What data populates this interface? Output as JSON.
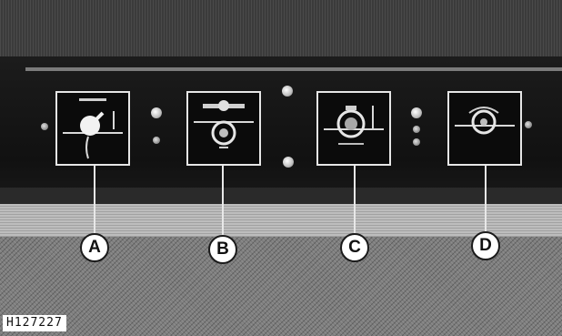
{
  "callouts": [
    {
      "letter": "A"
    },
    {
      "letter": "B"
    },
    {
      "letter": "C"
    },
    {
      "letter": "D"
    }
  ],
  "figure_code": "H127227",
  "colors": {
    "panel": "#111111",
    "module_border": "#e6e6e6",
    "callout_fill": "#ffffff",
    "callout_text": "#111111"
  },
  "icons": {
    "module_a": "light-switch-knob-icon",
    "module_b": "rotary-selector-icon",
    "module_c": "ignition-key-switch-icon",
    "module_d": "control-knob-icon"
  }
}
